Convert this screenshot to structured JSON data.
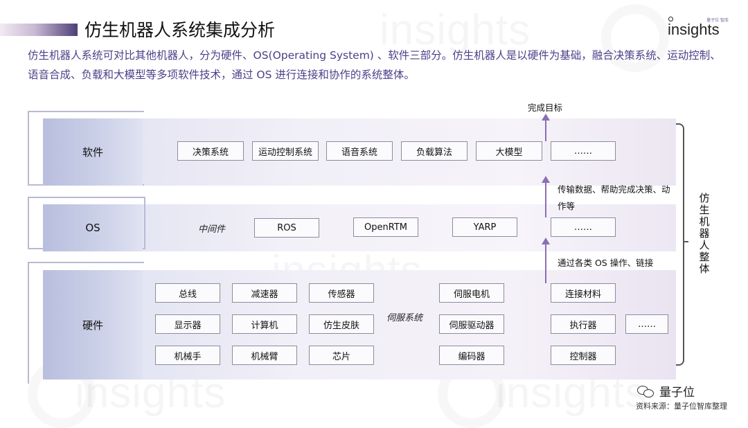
{
  "header": {
    "title": "仿生机器人系统集成分析",
    "subtitle": "仿生机器人系统可对比其他机器人，分为硬件、OS(Operating System) 、软件三部分。仿生机器人是以硬件为基础，融合决策系统、运动控制、语音合成、负载和大模型等多项软件技术，通过 OS 进行连接和协作的系统整体。",
    "logo_text": "insights",
    "logo_tag": "量子位 智库",
    "accent": "#4b3f88"
  },
  "watermark": "insights",
  "layers": {
    "software": {
      "label": "软件",
      "items": [
        "决策系统",
        "运动控制系统",
        "语音系统",
        "负载算法",
        "大模型",
        "……"
      ]
    },
    "os": {
      "label": "OS",
      "middleware_label": "中间件",
      "items": [
        "ROS",
        "OpenRTM",
        "YARP",
        "……"
      ]
    },
    "hardware": {
      "label": "硬件",
      "grid": [
        "总线",
        "减速器",
        "传感器",
        "显示器",
        "计算机",
        "仿生皮肤",
        "机械手",
        "机械臂",
        "芯片"
      ],
      "servo_label": "伺服系统",
      "servo_items": [
        "伺服电机",
        "伺服驱动器",
        "编码器"
      ],
      "right_items": [
        "连接材料",
        "执行器",
        "控制器"
      ],
      "more": "……"
    }
  },
  "flow": {
    "goal": "完成目标",
    "os_to_software": "传输数据、帮助完成决策、动作等",
    "hardware_to_os": "通过各类 OS 操作、链接"
  },
  "whole_label": "仿生机器人整体",
  "footer": {
    "brand": "量子位",
    "source": "资料来源：量子位智库整理"
  }
}
